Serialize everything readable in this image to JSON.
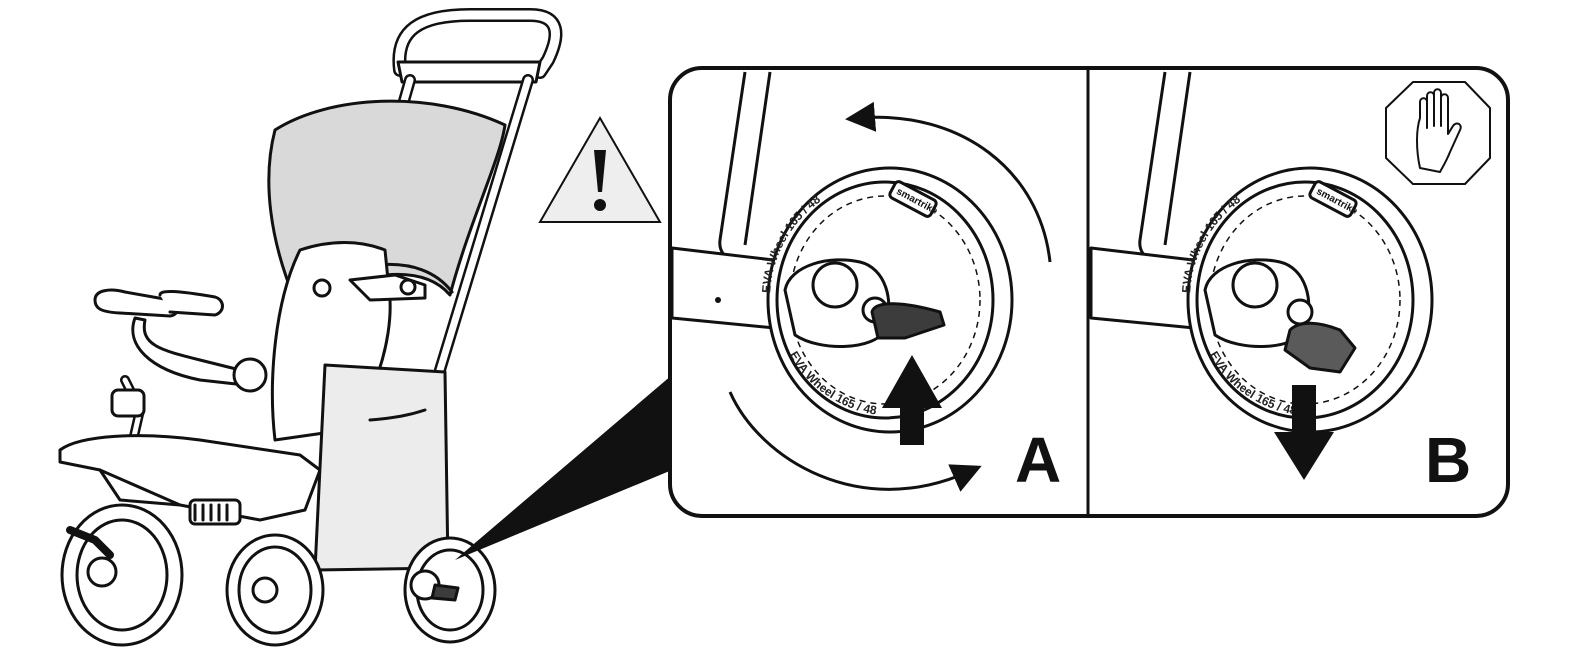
{
  "panels": {
    "a": {
      "label": "A"
    },
    "b": {
      "label": "B"
    }
  },
  "wheel": {
    "tire_text": "EVA Wheel 165 / 48",
    "brand": "smartrike"
  },
  "colors": {
    "stroke": "#111111",
    "canopy": "#d9d9d9",
    "warning_fill": "#eeeeee",
    "lever_dark": "#3c3c3c",
    "lever_mid": "#5a5a5a",
    "callout": "#111111"
  },
  "icons": {
    "warning": "exclamation-triangle",
    "stop": "hand-stop-octagon",
    "rotate": "curved-arrows",
    "up": "arrow-up",
    "down": "arrow-down"
  }
}
